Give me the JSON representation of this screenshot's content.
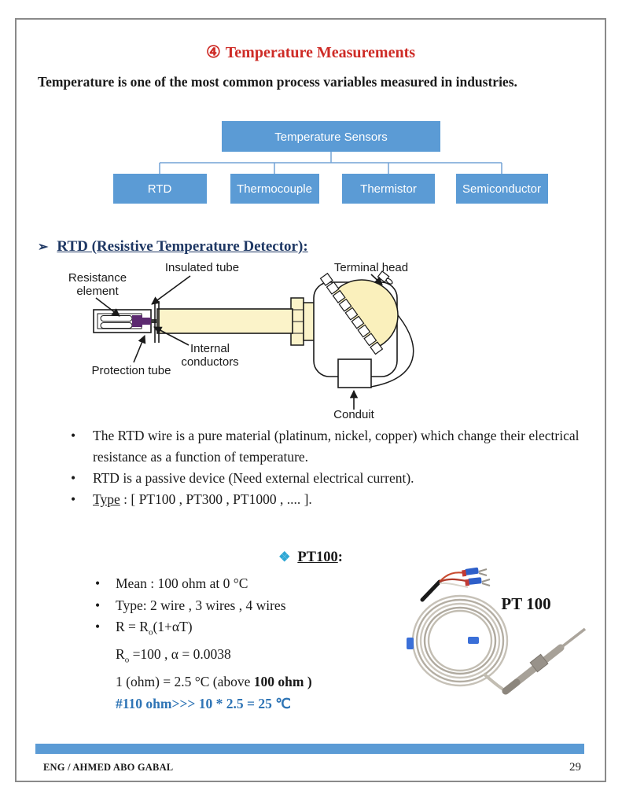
{
  "glyphs": {
    "bullet": "•",
    "arrow_marker": "➢",
    "diamond_marker": "❖"
  },
  "header": {
    "number_glyph": "④",
    "title": "Temperature Measurements"
  },
  "intro": "Temperature is one of the most common process variables measured in industries.",
  "sensors_chart": {
    "type": "diagram",
    "root": "Temperature Sensors",
    "children": [
      "RTD",
      "Thermocouple",
      "Thermistor",
      "Semiconductor"
    ]
  },
  "rtd": {
    "heading": "RTD (Resistive Temperature Detector):",
    "bullets": {
      "b1": "The RTD wire is a pure material (platinum, nickel, copper) which change their electrical resistance as a function of temperature.",
      "b2": "RTD is a passive device (Need external electrical current).",
      "b3_label": "Type",
      "b3_rest": " : [ PT100 , PT300 , PT1000 , .... ]."
    }
  },
  "diagram": {
    "insulated_tube": "Insulated tube",
    "terminal_head": "Terminal head",
    "resistance_line1": "Resistance",
    "resistance_line2": "element",
    "internal_line1": "Internal",
    "internal_line2": "conductors",
    "protection_tube": "Protection tube",
    "conduit": "Conduit"
  },
  "pt100": {
    "heading": "PT100",
    "colon": ":",
    "mean": "Mean : 100 ohm at 0 °C",
    "wire_types": "Type: 2 wire , 3 wires , 4 wires",
    "formula_pre": "R = R",
    "formula_sub": "o",
    "formula_post": "(1+αT)",
    "r0_pre": "R",
    "r0_sub": "o",
    "r0_post": " =100 ,  α = 0.0038",
    "ohm_normal": "1 (ohm) = 2.5 °C (above ",
    "ohm_bold": "100 ohm )",
    "example": "#110 ohm>>> 10 * 2.5 = 25 ℃",
    "image_label": "PT 100"
  },
  "footer": {
    "author": "ENG / AHMED ABO GABAL",
    "page_number": "29"
  },
  "colors": {
    "title_red": "#CE2B26",
    "box_blue": "#5B9BD5",
    "connector_blue": "#74A3D6",
    "heading_navy": "#1F3864",
    "diamond_cyan": "#2FA8D5",
    "formula_blue": "#2E74B5",
    "tube_cream": "#FBF3C9",
    "dome_cream": "#FAF0BC"
  }
}
